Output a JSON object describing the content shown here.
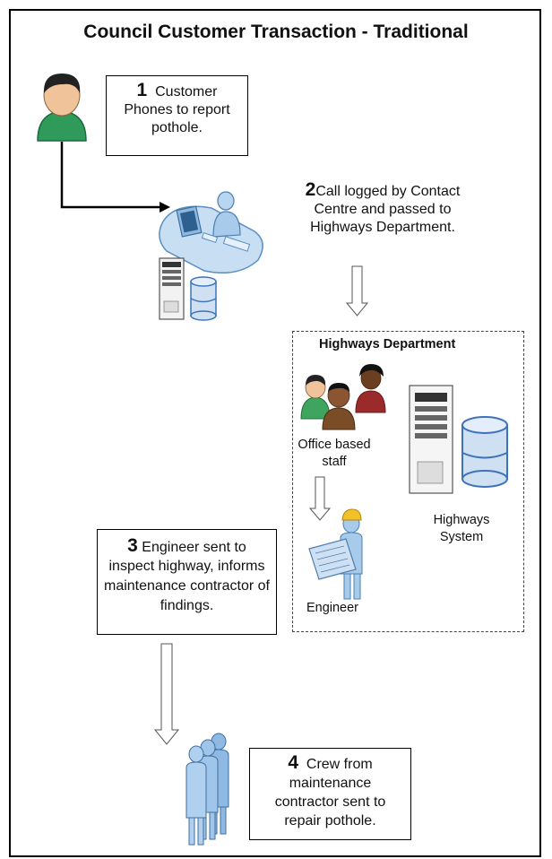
{
  "title": "Council Customer Transaction - Traditional",
  "steps": [
    {
      "num": "1",
      "text_first": "Customer",
      "text_rest": "Phones to report pothole."
    },
    {
      "num": "2",
      "text_first": "Call logged by Contact",
      "text_rest": "Centre and passed to Highways Department."
    },
    {
      "num": "3",
      "text_first": "Engineer sent to",
      "text_rest": "inspect highway, informs maintenance contractor of findings."
    },
    {
      "num": "4",
      "text_first": "Crew from",
      "text_rest": "maintenance contractor sent to repair pothole."
    }
  ],
  "highways": {
    "title": "Highways Department",
    "office_label_1": "Office based",
    "office_label_2": "staff",
    "system_label_1": "Highways",
    "system_label_2": "System",
    "engineer_label": "Engineer"
  }
}
